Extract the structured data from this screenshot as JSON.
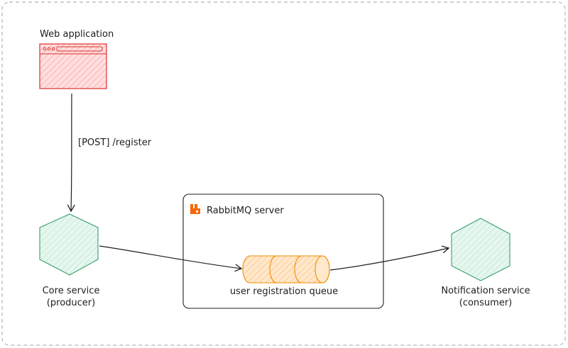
{
  "diagram": {
    "web_app": {
      "label": "Web application"
    },
    "edge_register": {
      "label": "[POST] /register"
    },
    "core_service": {
      "line1": "Core service",
      "line2": "(producer)"
    },
    "rabbitmq": {
      "label": "RabbitMQ server"
    },
    "queue": {
      "label": "user registration queue"
    },
    "notification_service": {
      "line1": "Notification service",
      "line2": "(consumer)"
    }
  },
  "colors": {
    "browser_fill": "#ffc9c9",
    "browser_stroke": "#e03131",
    "hexagon_fill": "#d9f2e6",
    "hexagon_stroke": "#3a9e6f",
    "queue_fill": "#ffd8a8",
    "queue_stroke": "#f08c00",
    "rabbit_icon": "#f76707",
    "frame_dash": "#b5b5b5",
    "line": "#1e1e1e"
  }
}
